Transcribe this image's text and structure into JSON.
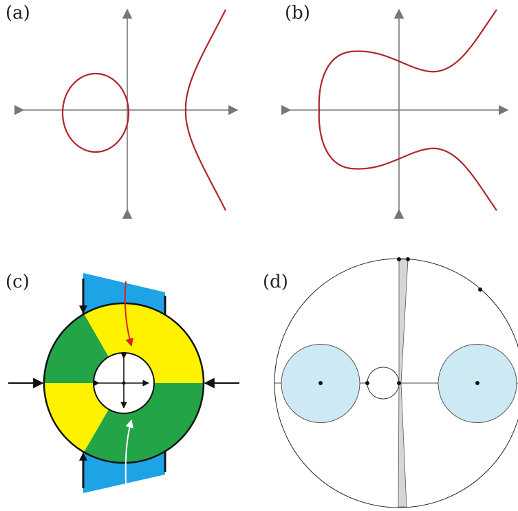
{
  "panels": {
    "a": {
      "label": "(a)"
    },
    "b": {
      "label": "(b)"
    },
    "c": {
      "label": "(c)"
    },
    "d": {
      "label": "(d)"
    }
  },
  "colors": {
    "axis": "#777777",
    "curve": "#b0242a",
    "green": "#22a447",
    "yellow": "#fff200",
    "blue": "#1ea3e6",
    "light_blue": "#cde9f3",
    "sliver_gray": "#d6d6d6",
    "black": "#111111"
  }
}
